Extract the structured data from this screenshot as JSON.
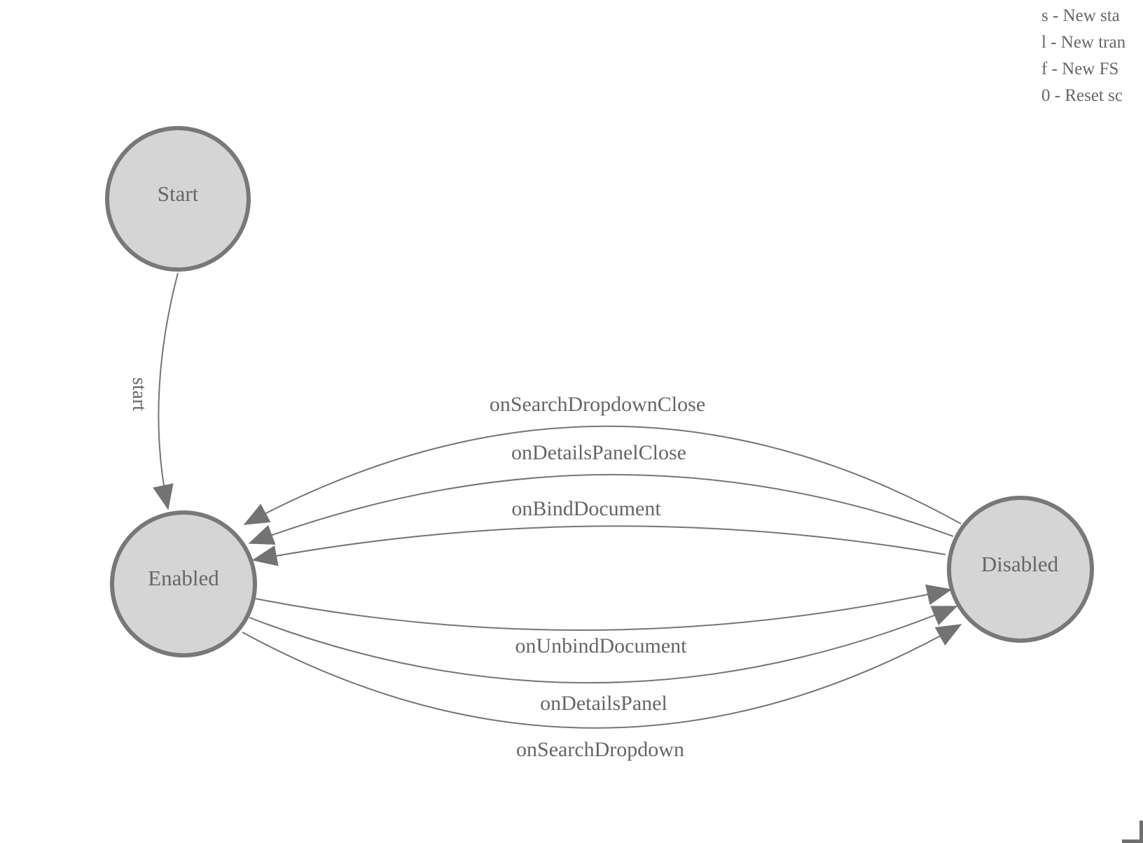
{
  "diagram": {
    "states": [
      {
        "label": "Start"
      },
      {
        "label": "Enabled"
      },
      {
        "label": "Disabled"
      }
    ],
    "transitions": [
      {
        "label": "start",
        "from": "Start",
        "to": "Enabled"
      },
      {
        "label": "onSearchDropdownClose",
        "from": "Disabled",
        "to": "Enabled"
      },
      {
        "label": "onDetailsPanelClose",
        "from": "Disabled",
        "to": "Enabled"
      },
      {
        "label": "onBindDocument",
        "from": "Disabled",
        "to": "Enabled"
      },
      {
        "label": "onUnbindDocument",
        "from": "Enabled",
        "to": "Disabled"
      },
      {
        "label": "onDetailsPanel",
        "from": "Enabled",
        "to": "Disabled"
      },
      {
        "label": "onSearchDropdown",
        "from": "Enabled",
        "to": "Disabled"
      }
    ]
  },
  "legend": {
    "lines": [
      "s - New sta",
      "l - New tran",
      "f - New FS",
      "0 - Reset sc"
    ]
  },
  "colors": {
    "node_fill": "#d5d5d5",
    "node_stroke": "#787878",
    "edge_stroke": "#757575",
    "arrow_fill": "#737373",
    "text": "#666666",
    "corner_bracket": "#6e6e6e"
  }
}
